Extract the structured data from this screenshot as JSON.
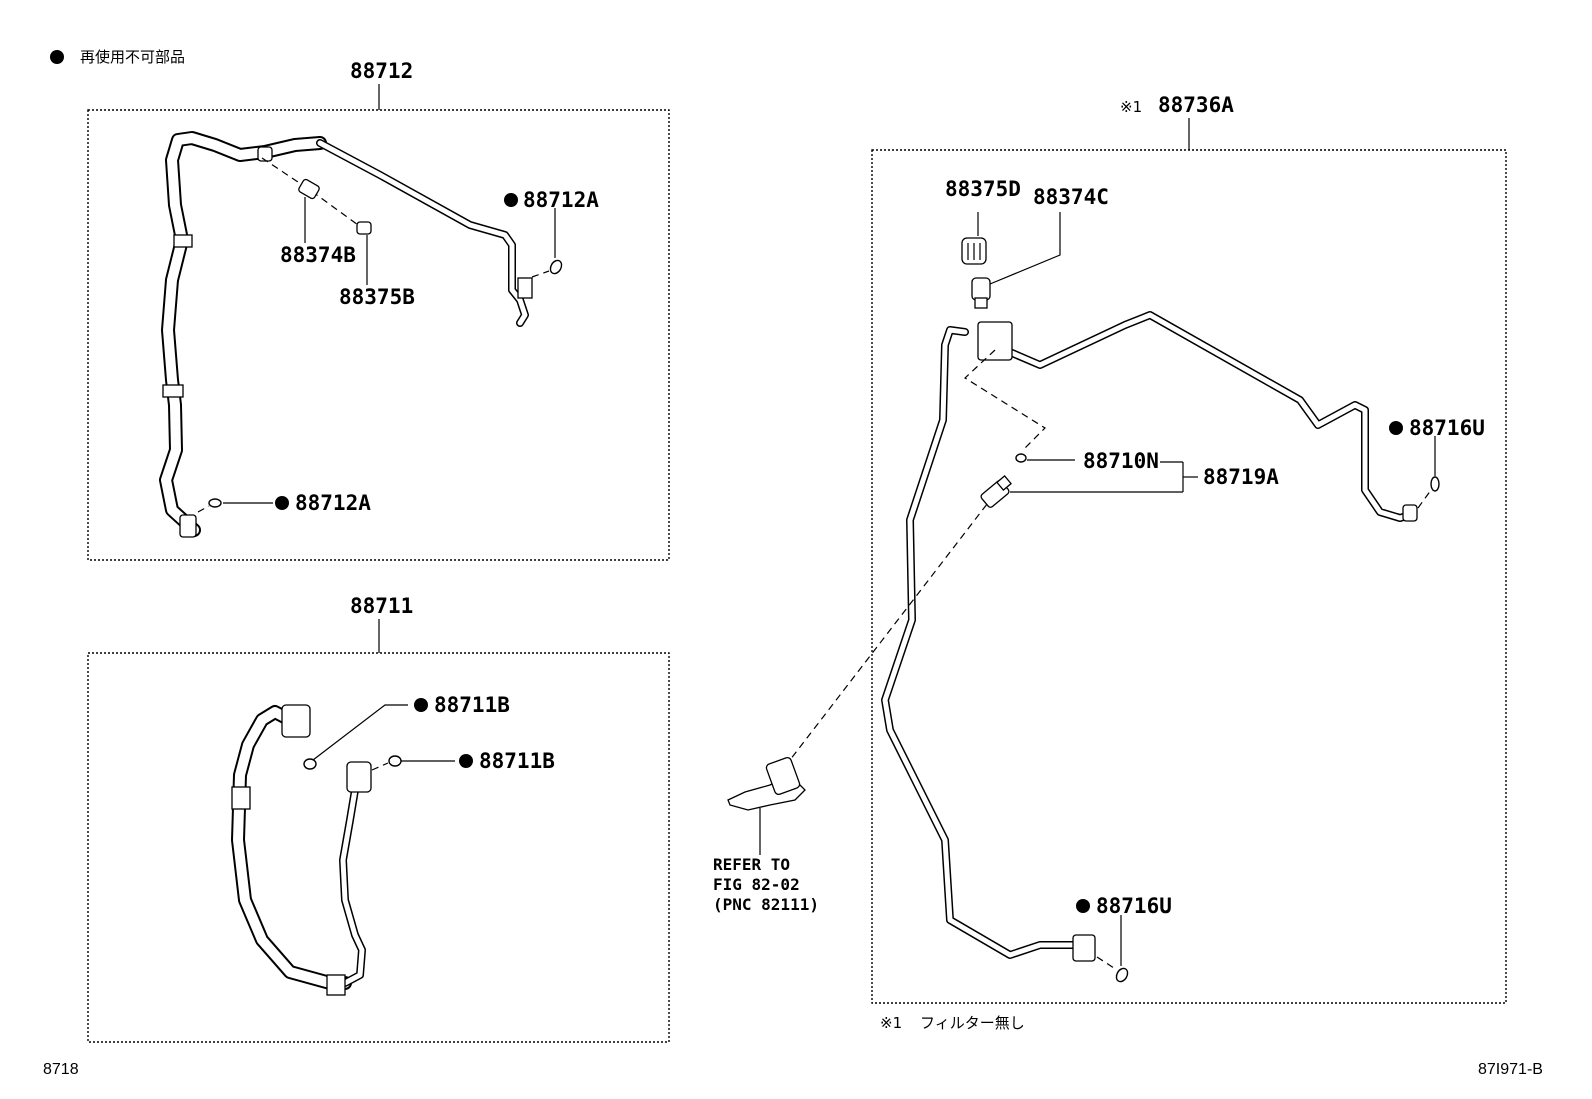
{
  "legend": {
    "symbol": "●",
    "text": "再使用不可部品"
  },
  "groups": {
    "g88712": "88712",
    "g88711": "88711",
    "g88736A": {
      "mark": "※1",
      "code": "88736A"
    }
  },
  "labels": {
    "l88374B": "88374B",
    "l88375B": "88375B",
    "l88712A_top": "88712A",
    "l88712A_bot": "88712A",
    "l88711B_1": "88711B",
    "l88711B_2": "88711B",
    "l88375D": "88375D",
    "l88374C": "88374C",
    "l88710N": "88710N",
    "l88719A": "88719A",
    "l88716U_right": "88716U",
    "l88716U_bottom": "88716U"
  },
  "refer": {
    "line1": "REFER TO",
    "line2": "FIG 82-02",
    "line3": "(PNC 82111)"
  },
  "note": {
    "mark": "※1",
    "text": "フィルター無し"
  },
  "footer": {
    "left": "8718",
    "right": "87I971-B"
  }
}
